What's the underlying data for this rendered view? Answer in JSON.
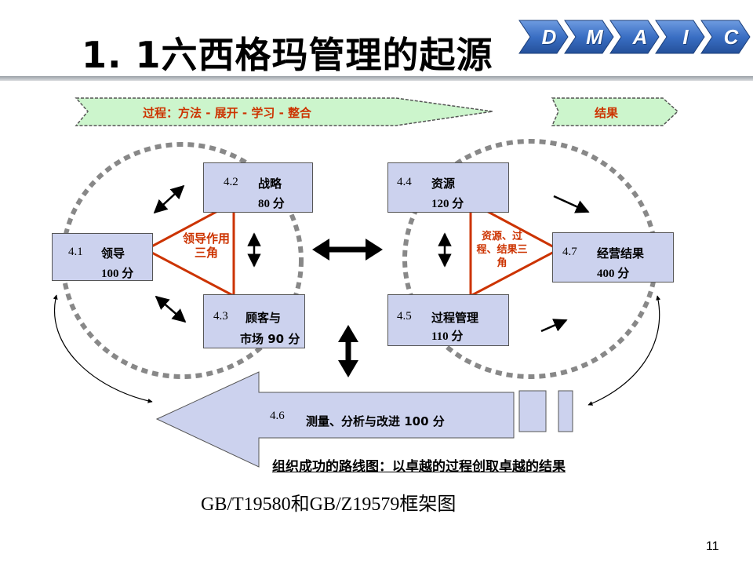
{
  "header": {
    "title": "1. 1六西格玛管理的起源",
    "dmaic": [
      "D",
      "M",
      "A",
      "I",
      "C"
    ],
    "colors": {
      "dmaic_fill": "#3a6fc4",
      "dmaic_edge": "#1c3f7a"
    }
  },
  "banners": {
    "process": "过程：方法 - 展开 - 学习 - 整合",
    "result": "结果",
    "fill_color": "#ccf5cc"
  },
  "boxes": {
    "leadership": {
      "number": "4.1",
      "label": "领导",
      "score": "100 分"
    },
    "strategy": {
      "number": "4.2",
      "label": "战略",
      "score": "80 分"
    },
    "customer": {
      "number": "4.3",
      "label": "顾客与",
      "label2": "市场 90 分"
    },
    "resources": {
      "number": "4.4",
      "label": "资源",
      "score": "120 分"
    },
    "process": {
      "number": "4.5",
      "label": "过程管理",
      "score": "110 分"
    },
    "results": {
      "number": "4.7",
      "label": "经营结果",
      "score": "400 分"
    },
    "measurement": {
      "number": "4.6",
      "label": "测量、分析与改进 100 分"
    }
  },
  "triangles": {
    "left": "领导作用三角",
    "right": "资源、过程、结果三角",
    "color": "#cc3300"
  },
  "caption": "组织成功的路线图：以卓越的过程创取卓越的结果",
  "subtitle": "GB/T19580和GB/Z19579框架图",
  "page_number": "11",
  "colors": {
    "box_fill": "#ccd2ee",
    "circle_dash": "#888888"
  }
}
